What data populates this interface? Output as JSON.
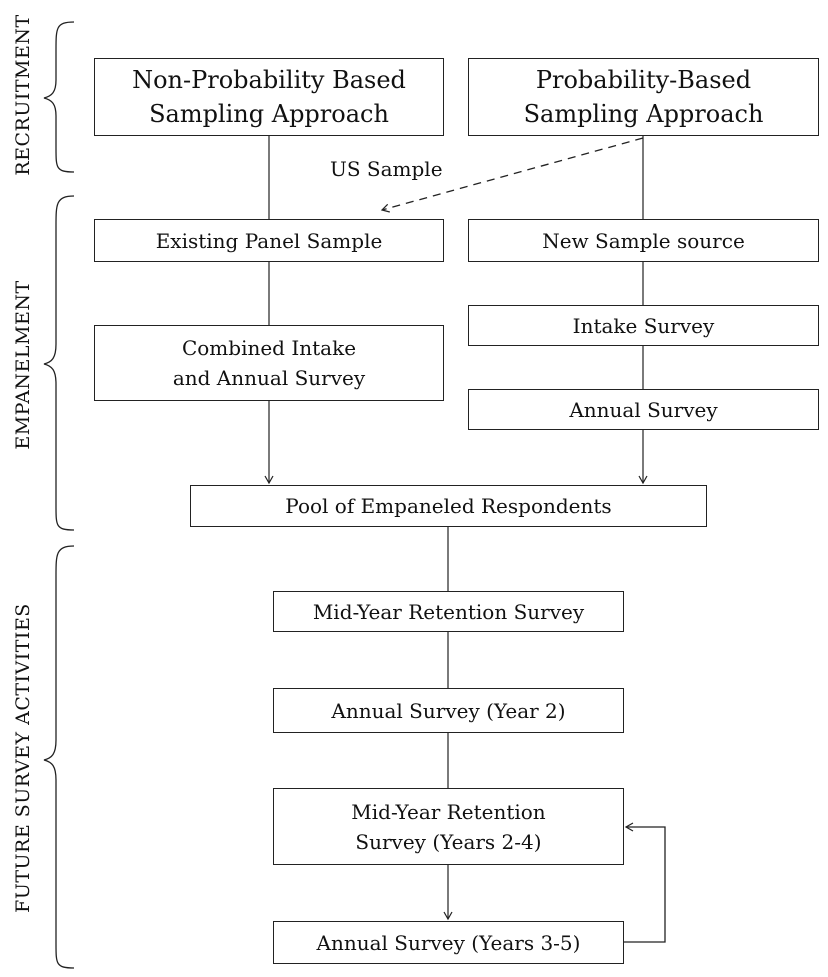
{
  "sections": {
    "recruitment": "RECRUITMENT",
    "empanelment": "EMPANELMENT",
    "future": "FUTURE SURVEY ACTIVITIES"
  },
  "boxes": {
    "non_probability": [
      "Non-Probability Based",
      "Sampling Approach"
    ],
    "probability": [
      "Probability-Based",
      "Sampling Approach"
    ],
    "existing_panel": "Existing Panel Sample",
    "new_sample": "New Sample source",
    "combined": [
      "Combined Intake",
      "and Annual Survey"
    ],
    "intake": "Intake Survey",
    "annual": "Annual Survey",
    "pool": "Pool of Empaneled Respondents",
    "midyear": "Mid-Year Retention Survey",
    "annual_y2": "Annual Survey (Year 2)",
    "midyear_24": [
      "Mid-Year Retention",
      "Survey (Years 2-4)"
    ],
    "annual_35": "Annual Survey (Years 3-5)"
  },
  "edge_labels": {
    "us_sample": "US Sample"
  }
}
